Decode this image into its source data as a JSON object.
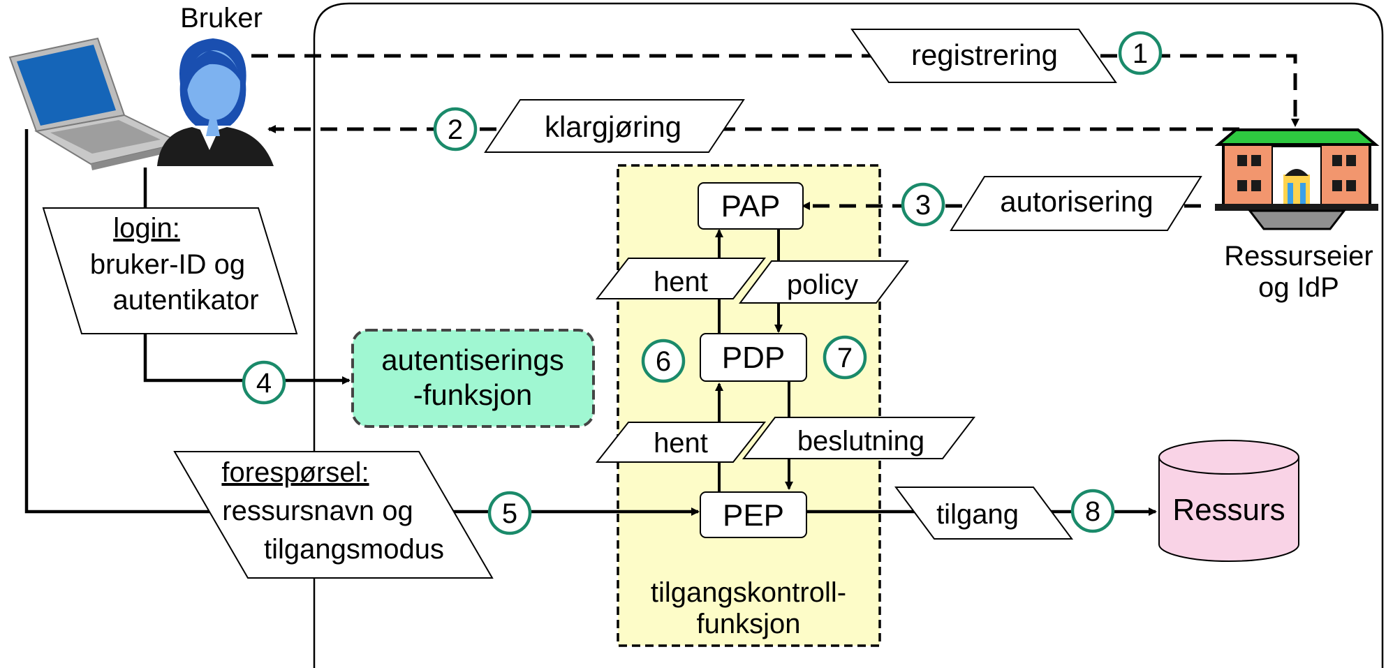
{
  "actors": {
    "user": "Bruker",
    "owner_line1": "Ressurseier",
    "owner_line2": "og IdP"
  },
  "messages": {
    "registrering": "registrering",
    "klargjoring": "klargjøring",
    "autorisering": "autorisering",
    "login_title": "login:",
    "login_line1": "bruker-ID og",
    "login_line2": "autentikator",
    "foresporsel_title": "forespørsel:",
    "foresporsel_line1": "ressursnavn og",
    "foresporsel_line2": "tilgangsmodus",
    "hent_upper": "hent",
    "policy": "policy",
    "hent_lower": "hent",
    "beslutning": "beslutning",
    "tilgang": "tilgang"
  },
  "components": {
    "pap": "PAP",
    "pdp": "PDP",
    "pep": "PEP",
    "auth_line1": "autentiserings",
    "auth_line2": "-funksjon",
    "acf_line1": "tilgangskontroll-",
    "acf_line2": "funksjon",
    "resource": "Ressurs"
  },
  "steps": [
    "1",
    "2",
    "3",
    "4",
    "5",
    "6",
    "7",
    "8"
  ],
  "icons": {
    "laptop": "laptop-icon",
    "user": "user-avatar-icon",
    "building": "institution-building-icon"
  },
  "colors": {
    "step_circle": "#1a8a6a",
    "auth_fill": "#a0f7d2",
    "acf_fill": "#fdfcc8",
    "resource_fill": "#f9d3e6",
    "building_roof": "#2ec940",
    "building_wall": "#f2966e",
    "user_hair": "#1a4fb0",
    "user_face": "#7db2f0",
    "laptop_screen": "#1565b8"
  }
}
